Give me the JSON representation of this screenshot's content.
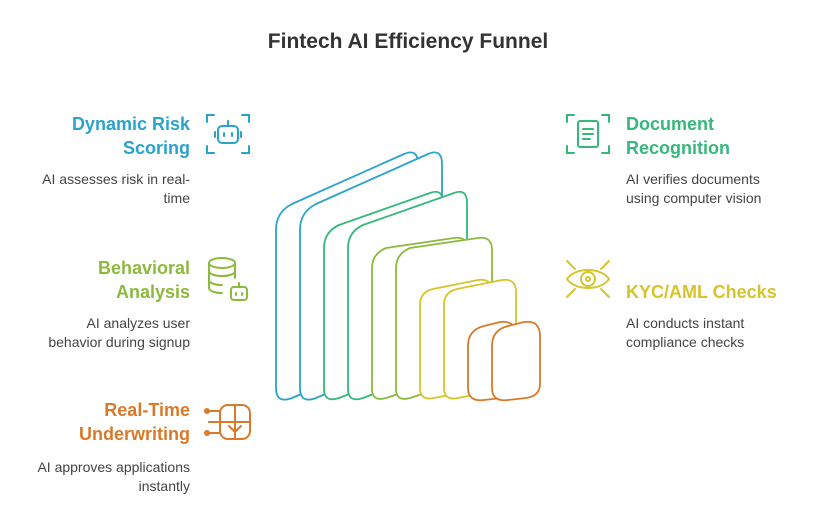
{
  "title": "Fintech AI Efficiency Funnel",
  "colors": {
    "blue": "#2aa3cc",
    "green": "#35b87a",
    "lime": "#8cba3e",
    "yellow": "#d6c42a",
    "orange": "#d97a2a"
  },
  "left_items": [
    {
      "title_lines": [
        "Dynamic Risk",
        "Scoring"
      ],
      "desc_lines": [
        "AI assesses risk in real-",
        "time"
      ],
      "icon": "robot-icon"
    },
    {
      "title_lines": [
        "Behavioral",
        "Analysis"
      ],
      "desc_lines": [
        "AI analyzes user",
        "behavior during signup"
      ],
      "icon": "database-robot-icon"
    },
    {
      "title_lines": [
        "Real-Time",
        "Underwriting"
      ],
      "desc_lines": [
        "AI approves applications",
        "instantly"
      ],
      "icon": "ai-chip-icon"
    }
  ],
  "right_items": [
    {
      "title_lines": [
        "Document",
        "Recognition"
      ],
      "desc_lines": [
        "AI verifies documents",
        "using computer vision"
      ],
      "icon": "document-scan-icon"
    },
    {
      "title_lines": [
        "KYC/AML Checks"
      ],
      "desc_lines": [
        "AI conducts instant",
        "compliance checks"
      ],
      "icon": "eye-scan-icon"
    }
  ]
}
